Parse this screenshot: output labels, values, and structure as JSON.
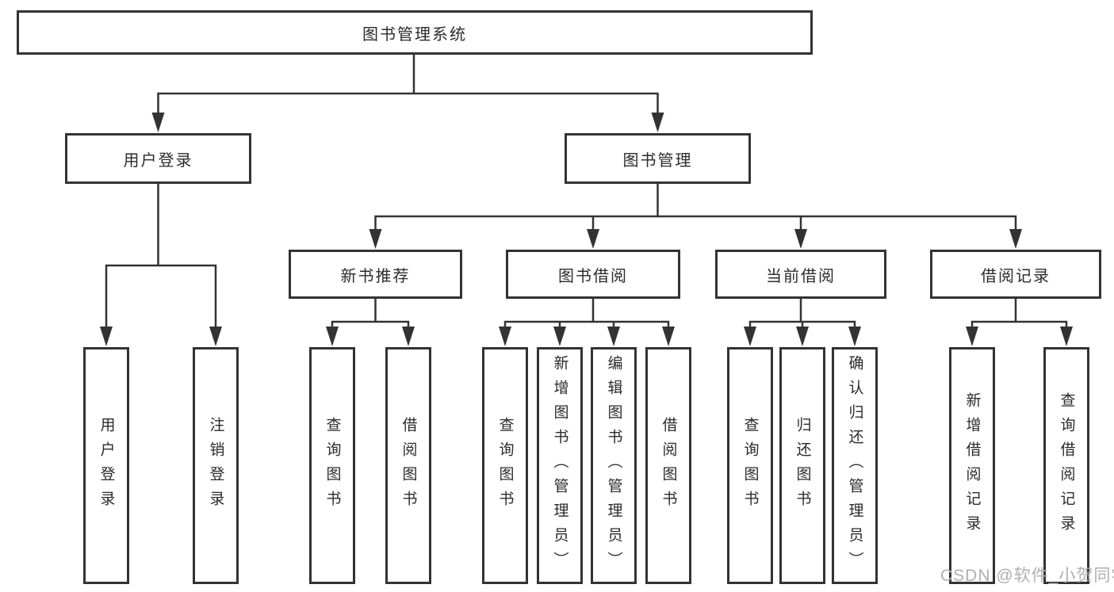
{
  "diagram": {
    "title": "图书管理系统",
    "watermark": "CSDN @软件_小贺同学",
    "colors": {
      "line": "#333333",
      "box_border": "#333333",
      "box_background": "#ffffff",
      "text": "#2b2b2b",
      "watermark": "#afafaf"
    },
    "nodes": [
      {
        "id": "root",
        "label": "图书管理系统",
        "orientation": "horizontal"
      },
      {
        "id": "user-login",
        "label": "用户登录",
        "orientation": "horizontal"
      },
      {
        "id": "book-mgmt",
        "label": "图书管理",
        "orientation": "horizontal"
      },
      {
        "id": "new-book-rec",
        "label": "新书推荐",
        "orientation": "horizontal"
      },
      {
        "id": "book-borrow",
        "label": "图书借阅",
        "orientation": "horizontal"
      },
      {
        "id": "current-borrow",
        "label": "当前借阅",
        "orientation": "horizontal"
      },
      {
        "id": "borrow-record",
        "label": "借阅记录",
        "orientation": "horizontal"
      },
      {
        "id": "leaf-user-login",
        "label": "用户登录",
        "orientation": "vertical"
      },
      {
        "id": "leaf-logout",
        "label": "注销登录",
        "orientation": "vertical"
      },
      {
        "id": "leaf-query-books-rec",
        "label": "查询图书",
        "orientation": "vertical"
      },
      {
        "id": "leaf-borrow-books-rec",
        "label": "借阅图书",
        "orientation": "vertical"
      },
      {
        "id": "leaf-query-books-bor",
        "label": "查询图书",
        "orientation": "vertical"
      },
      {
        "id": "leaf-add-books-admin",
        "label": "新增图书（管理员）",
        "orientation": "vertical"
      },
      {
        "id": "leaf-edit-books-admin",
        "label": "编辑图书（管理员）",
        "orientation": "vertical"
      },
      {
        "id": "leaf-borrow-books-bor",
        "label": "借阅图书",
        "orientation": "vertical"
      },
      {
        "id": "leaf-query-books-cur",
        "label": "查询图书",
        "orientation": "vertical"
      },
      {
        "id": "leaf-return-books",
        "label": "归还图书",
        "orientation": "vertical"
      },
      {
        "id": "leaf-confirm-return",
        "label": "确认归还（管理员）",
        "orientation": "vertical"
      },
      {
        "id": "leaf-add-borrow-record",
        "label": "新增借阅记录",
        "orientation": "vertical"
      },
      {
        "id": "leaf-query-borrow-record",
        "label": "查询借阅记录",
        "orientation": "vertical"
      }
    ],
    "edges": [
      {
        "from": "root",
        "to": [
          "user-login",
          "book-mgmt"
        ]
      },
      {
        "from": "user-login",
        "to": [
          "leaf-user-login",
          "leaf-logout"
        ]
      },
      {
        "from": "book-mgmt",
        "to": [
          "new-book-rec",
          "book-borrow",
          "current-borrow",
          "borrow-record"
        ]
      },
      {
        "from": "new-book-rec",
        "to": [
          "leaf-query-books-rec",
          "leaf-borrow-books-rec"
        ]
      },
      {
        "from": "book-borrow",
        "to": [
          "leaf-query-books-bor",
          "leaf-add-books-admin",
          "leaf-edit-books-admin",
          "leaf-borrow-books-bor"
        ]
      },
      {
        "from": "current-borrow",
        "to": [
          "leaf-query-books-cur",
          "leaf-return-books",
          "leaf-confirm-return"
        ]
      },
      {
        "from": "borrow-record",
        "to": [
          "leaf-add-borrow-record",
          "leaf-query-borrow-record"
        ]
      }
    ]
  }
}
